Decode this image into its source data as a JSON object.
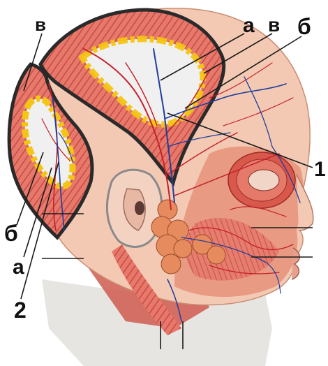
{
  "figure": {
    "labels": {
      "a_top": "а",
      "v_top": "в",
      "b_top": "б",
      "v_left": "в",
      "one": "1",
      "b_left": "б",
      "a_left": "а",
      "two": "2"
    },
    "colors": {
      "skin": "#f3c9b3",
      "muscle": "#d9584c",
      "vessel_red": "#c4212b",
      "vessel_blue": "#1f3d9c",
      "fascia": "#f1f0f0",
      "fat_yellow": "#f4c515",
      "outline": "#2a2a2a",
      "gland": "#e58b5e"
    }
  }
}
